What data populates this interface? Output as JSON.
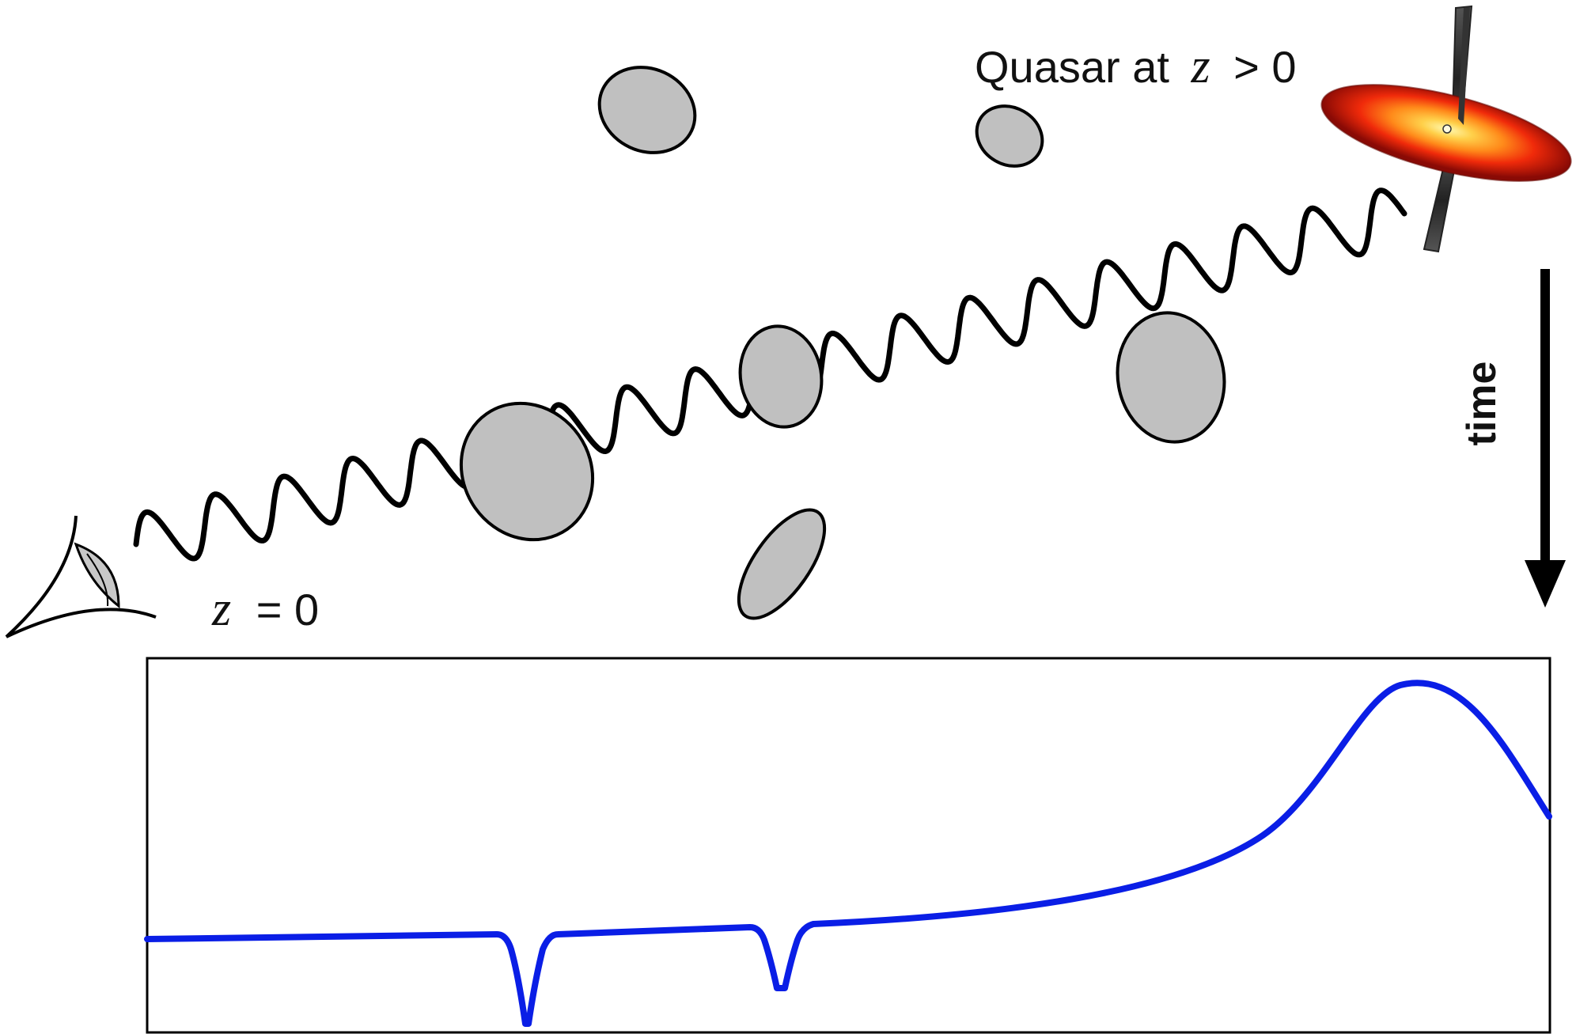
{
  "labels": {
    "quasar": "Quasar at",
    "quasar_var": "z",
    "quasar_rel": "> 0",
    "observer_var": "z",
    "observer_rel": "= 0",
    "time": "time"
  },
  "colors": {
    "spectrum": "#0a1ee6",
    "cloud_fill": "#c0c0c0",
    "stroke": "#000000"
  }
}
